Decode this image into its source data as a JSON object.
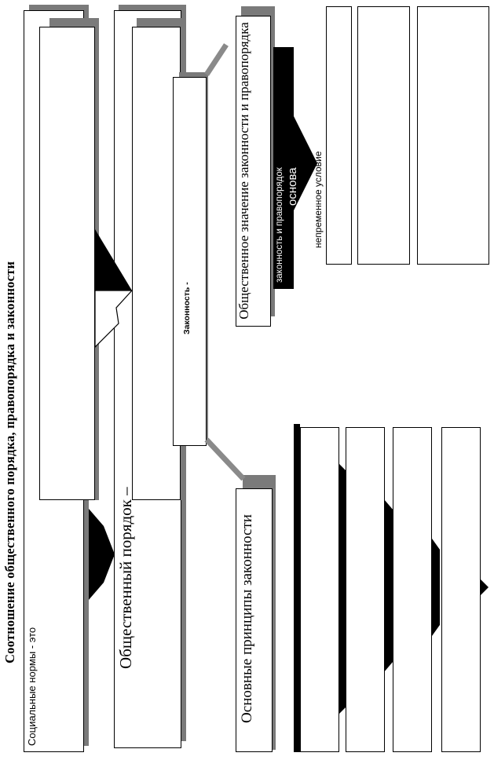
{
  "title": "Соотношение общественного порядка, правопорядка и законности",
  "social_norms_label": "Социальные нормы - это",
  "public_order_label": "Общественный порядок –",
  "legality_label": "Законность -",
  "principles_title": "Основные принципы законности",
  "significance_title": "Общественное значение законности и правопорядка",
  "band": {
    "text": "законность и правопорядок",
    "basis_label": "основа"
  },
  "condition_label": "непременное условие",
  "colors": {
    "shadow": "#7a7a7a",
    "arrow": "#000000",
    "band": "#000000"
  }
}
